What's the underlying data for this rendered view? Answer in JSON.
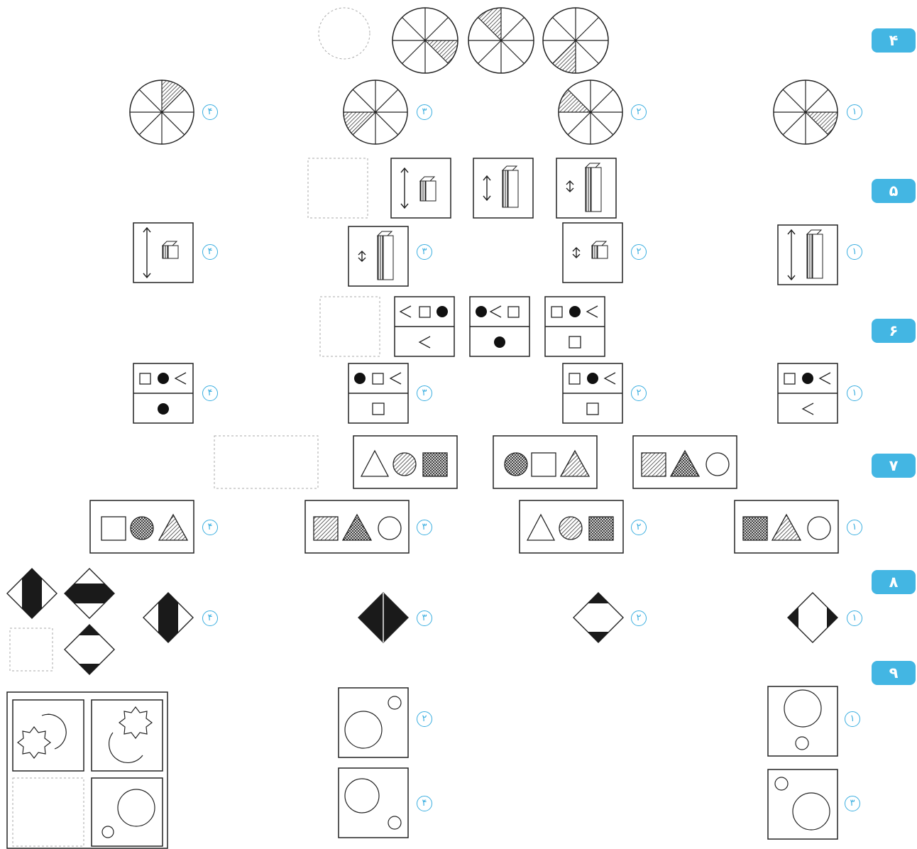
{
  "questions": [
    {
      "number": "۴"
    },
    {
      "number": "۵"
    },
    {
      "number": "۶"
    },
    {
      "number": "۷"
    },
    {
      "number": "۸"
    },
    {
      "number": "۹"
    }
  ],
  "option_numbers": [
    "۱",
    "۲",
    "۳",
    "۴"
  ],
  "colors": {
    "accent": "#43b6e3",
    "ink": "#1a1a1a",
    "dashed": "#aaaaaa"
  }
}
